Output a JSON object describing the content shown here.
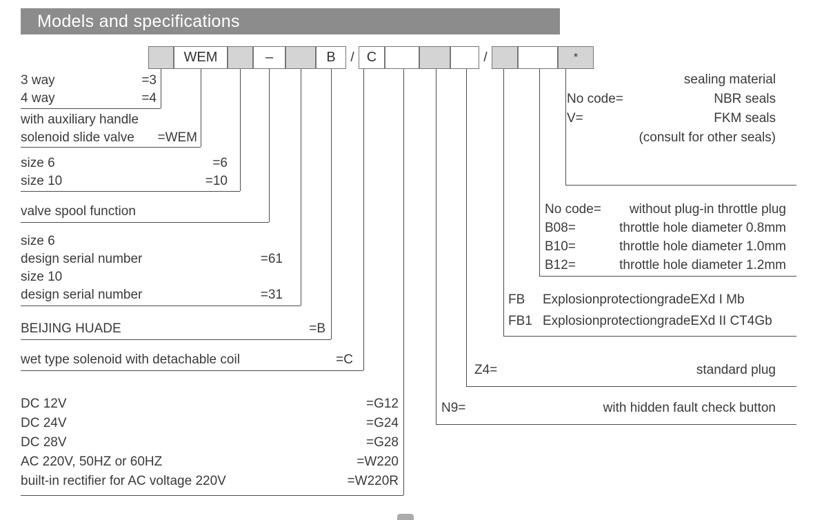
{
  "header": {
    "title": "Models and specifications"
  },
  "code_row": {
    "boxes": [
      {
        "text": ""
      },
      {
        "text": "WEM"
      },
      {
        "text": ""
      },
      {
        "text": "–"
      },
      {
        "text": ""
      },
      {
        "text": "B"
      },
      {
        "text": "C"
      },
      {
        "text": ""
      },
      {
        "text": ""
      },
      {
        "text": ""
      },
      {
        "text": ""
      },
      {
        "text": ""
      },
      {
        "text": "*"
      }
    ],
    "separator": "/"
  },
  "left_blocks": [
    {
      "rows": [
        {
          "label": "3 way",
          "code": "=3"
        },
        {
          "label": "4 way",
          "code": "=4"
        }
      ]
    },
    {
      "rows": [
        {
          "label": "with auxiliary handle",
          "code": ""
        },
        {
          "label": "solenoid slide valve",
          "code": "=WEM"
        }
      ]
    },
    {
      "rows": [
        {
          "label": "size 6",
          "code": "=6"
        },
        {
          "label": "size 10",
          "code": "=10"
        }
      ]
    },
    {
      "rows": [
        {
          "label": "valve spool function",
          "code": ""
        }
      ]
    },
    {
      "rows": [
        {
          "label": "size 6",
          "code": ""
        },
        {
          "label": "design serial number",
          "code": "=61"
        },
        {
          "label": "size 10",
          "code": ""
        },
        {
          "label": "design serial number",
          "code": "=31"
        }
      ]
    },
    {
      "rows": [
        {
          "label": "BEIJING  HUADE",
          "code": "=B"
        }
      ]
    },
    {
      "rows": [
        {
          "label": "wet type solenoid with detachable coil",
          "code": "=C"
        }
      ]
    },
    {
      "rows": [
        {
          "label": "DC 12V",
          "code": "=G12"
        },
        {
          "label": "DC 24V",
          "code": "=G24"
        },
        {
          "label": "DC 28V",
          "code": "=G28"
        },
        {
          "label": "AC 220V, 50HZ or 60HZ",
          "code": "=W220"
        },
        {
          "label": "built-in rectifier for AC voltage 220V",
          "code": "=W220R"
        }
      ]
    }
  ],
  "right_blocks": [
    {
      "rows": [
        {
          "code": "",
          "label": "sealing material"
        },
        {
          "code": "No code=",
          "label": "NBR seals"
        },
        {
          "code": "V=",
          "label": "FKM seals"
        },
        {
          "code": "",
          "label": "(consult for other seals)"
        }
      ]
    },
    {
      "rows": [
        {
          "code": "No code=",
          "label": "without plug-in throttle plug"
        },
        {
          "code": "B08=",
          "label": "throttle hole diameter 0.8mm"
        },
        {
          "code": "B10=",
          "label": "throttle hole diameter 1.0mm"
        },
        {
          "code": "B12=",
          "label": "throttle hole diameter 1.2mm"
        }
      ]
    },
    {
      "rows": [
        {
          "code": "FB",
          "label": "ExplosionprotectiongradeEXd I Mb"
        },
        {
          "code": "FB1",
          "label": "ExplosionprotectiongradeEXd II CT4Gb"
        }
      ]
    },
    {
      "rows": [
        {
          "code": "Z4=",
          "label": "standard plug"
        }
      ]
    },
    {
      "rows": [
        {
          "code": "N9=",
          "label": "with hidden fault check button"
        }
      ]
    }
  ]
}
